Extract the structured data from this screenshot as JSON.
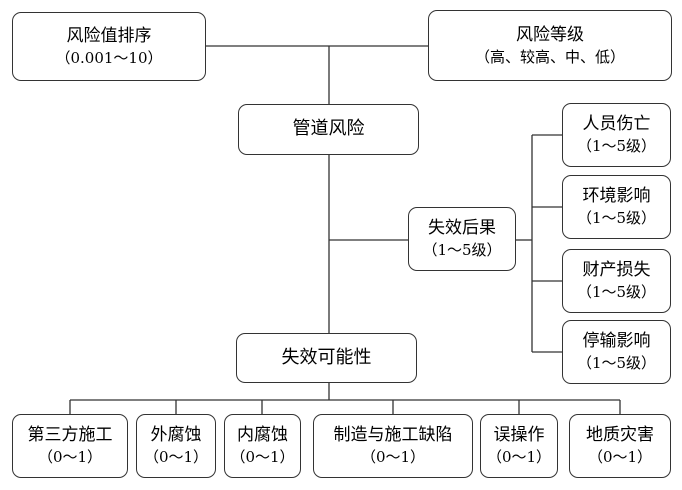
{
  "nodes": {
    "risk_rank": {
      "title": "风险值排序",
      "sub": "（0.001～10）"
    },
    "risk_level": {
      "title": "风险等级",
      "sub": "（高、较高、中、低）"
    },
    "pipeline_risk": {
      "title": "管道风险"
    },
    "failure_consequence": {
      "title": "失效后果",
      "sub": "（1～5级）"
    },
    "casualty": {
      "title": "人员伤亡",
      "sub": "（1～5级）"
    },
    "environment": {
      "title": "环境影响",
      "sub": "（1～5级）"
    },
    "property_loss": {
      "title": "财产损失",
      "sub": "（1～5级）"
    },
    "outage": {
      "title": "停输影响",
      "sub": "（1～5级）"
    },
    "failure_possibility": {
      "title": "失效可能性"
    },
    "third_party": {
      "title": "第三方施工",
      "sub": "（0～1）"
    },
    "external_corrosion": {
      "title": "外腐蚀",
      "sub": "（0～1）"
    },
    "internal_corrosion": {
      "title": "内腐蚀",
      "sub": "（0～1）"
    },
    "manufacturing_defect": {
      "title": "制造与施工缺陷",
      "sub": "（0～1）"
    },
    "misoperation": {
      "title": "误操作",
      "sub": "（0～1）"
    },
    "geohazard": {
      "title": "地质灾害",
      "sub": "（0～1）"
    }
  }
}
